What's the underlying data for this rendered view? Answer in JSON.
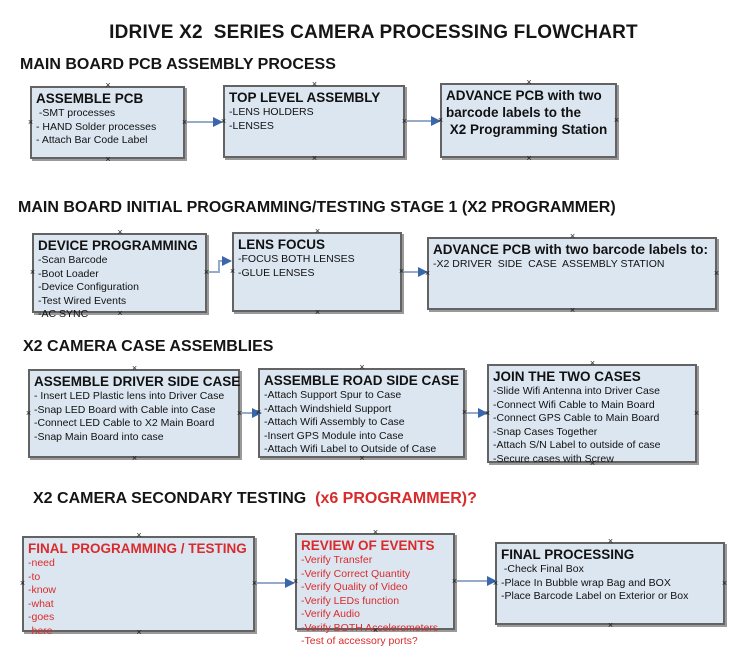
{
  "title": "IDRIVE X2  SERIES CAMERA PROCESSING FLOWCHART",
  "colors": {
    "box_fill": "#dce6f1",
    "box_border": "#636363",
    "box_shadow": "#9a9a9a",
    "red_text": "#d92b2b",
    "arrow_line": "#96aaca",
    "arrow_head": "#3a66ac"
  },
  "sections": [
    {
      "header": "MAIN BOARD PCB ASSEMBLY PROCESS",
      "boxes": [
        {
          "title": "ASSEMBLE PCB",
          "items": [
            " -SMT processes",
            "- HAND Solder processes",
            "- Attach Bar Code Label"
          ]
        },
        {
          "title": "TOP LEVEL ASSEMBLY",
          "items": [
            "-LENS HOLDERS",
            "-LENSES"
          ]
        },
        {
          "title": "ADVANCE PCB with two\nbarcode labels to the\n X2 Programming Station",
          "items": []
        }
      ]
    },
    {
      "header": "MAIN BOARD INITIAL PROGRAMMING/TESTING STAGE 1 (X2 PROGRAMMER)",
      "boxes": [
        {
          "title": "DEVICE PROGRAMMING",
          "items": [
            "-Scan Barcode",
            "-Boot Loader",
            "-Device Configuration",
            "-Test Wired Events",
            "-AC SYNC"
          ]
        },
        {
          "title": "LENS FOCUS",
          "items": [
            "-FOCUS BOTH LENSES",
            "-GLUE LENSES"
          ]
        },
        {
          "title": "ADVANCE PCB with two barcode labels to:",
          "items": [
            "-X2 DRIVER  SIDE  CASE  ASSEMBLY STATION"
          ]
        }
      ]
    },
    {
      "header": "X2 CAMERA CASE ASSEMBLIES",
      "boxes": [
        {
          "title": "ASSEMBLE DRIVER SIDE CASE",
          "items": [
            "- Insert LED Plastic lens into Driver Case",
            "-Snap LED Board with Cable into Case",
            "-Connect LED Cable to X2 Main Board",
            "-Snap Main Board into case"
          ]
        },
        {
          "title": "ASSEMBLE ROAD SIDE CASE",
          "items": [
            "-Attach Support Spur to Case",
            "-Attach Windshield Support",
            "-Attach Wifi Assembly to Case",
            "-Insert GPS Module into Case",
            "-Attach Wifi Label to Outside of Case"
          ]
        },
        {
          "title": "JOIN THE TWO CASES",
          "items": [
            "-Slide Wifi Antenna into Driver Case",
            "-Connect Wifi Cable to Main Board",
            "-Connect GPS Cable to Main Board",
            "-Snap Cases Together",
            "-Attach S/N Label to outside of case",
            "-Secure cases with Screw"
          ]
        }
      ]
    },
    {
      "header": "X2 CAMERA SECONDARY TESTING",
      "header_suffix": "  (x6 PROGRAMMER)?",
      "boxes": [
        {
          "title": "FINAL PROGRAMMING / TESTING",
          "items": [
            "-need",
            "-to",
            "-know",
            "-what",
            "-goes",
            "-here"
          ]
        },
        {
          "title": "REVIEW OF EVENTS",
          "items": [
            "-Verify Transfer",
            "-Verify Correct Quantity",
            "-Verify Quality of Video",
            "-Verify LEDs function",
            "-Verify Audio",
            "-Verify BOTH Accelerometers",
            "-Test of accessory ports?"
          ]
        },
        {
          "title": "FINAL PROCESSING",
          "items": [
            " -Check Final Box",
            "-Place In Bubble wrap Bag and BOX",
            "-Place Barcode Label on Exterior or Box"
          ]
        }
      ]
    }
  ]
}
